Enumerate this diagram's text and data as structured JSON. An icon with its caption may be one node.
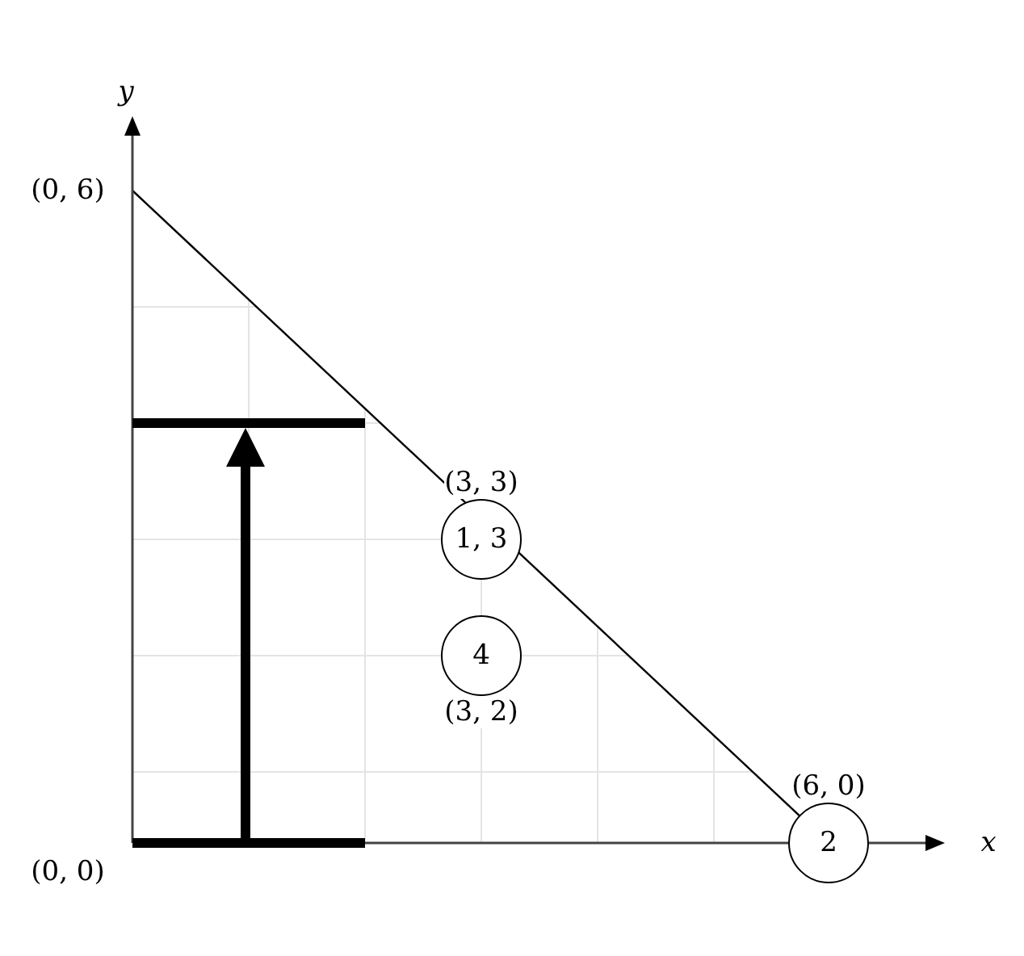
{
  "diagram": {
    "nodes": [
      {
        "text": [],
        "shape": "bar"
      },
      {
        "text": [
          "1, 3"
        ],
        "beside": [
          "(3, 3)"
        ]
      },
      {
        "text": [
          "4"
        ],
        "beside": [
          "(3, 2)"
        ]
      },
      {
        "text": [
          "2"
        ],
        "beside": [
          "(6, 0)"
        ]
      },
      {
        "text": [],
        "shape": "bar"
      }
    ],
    "edges": [
      {
        "from": 4,
        "to": 0,
        "arrow": "to"
      }
    ],
    "labels": [
      "y",
      "(0, 6)",
      "x",
      "(0, 0)"
    ]
  }
}
